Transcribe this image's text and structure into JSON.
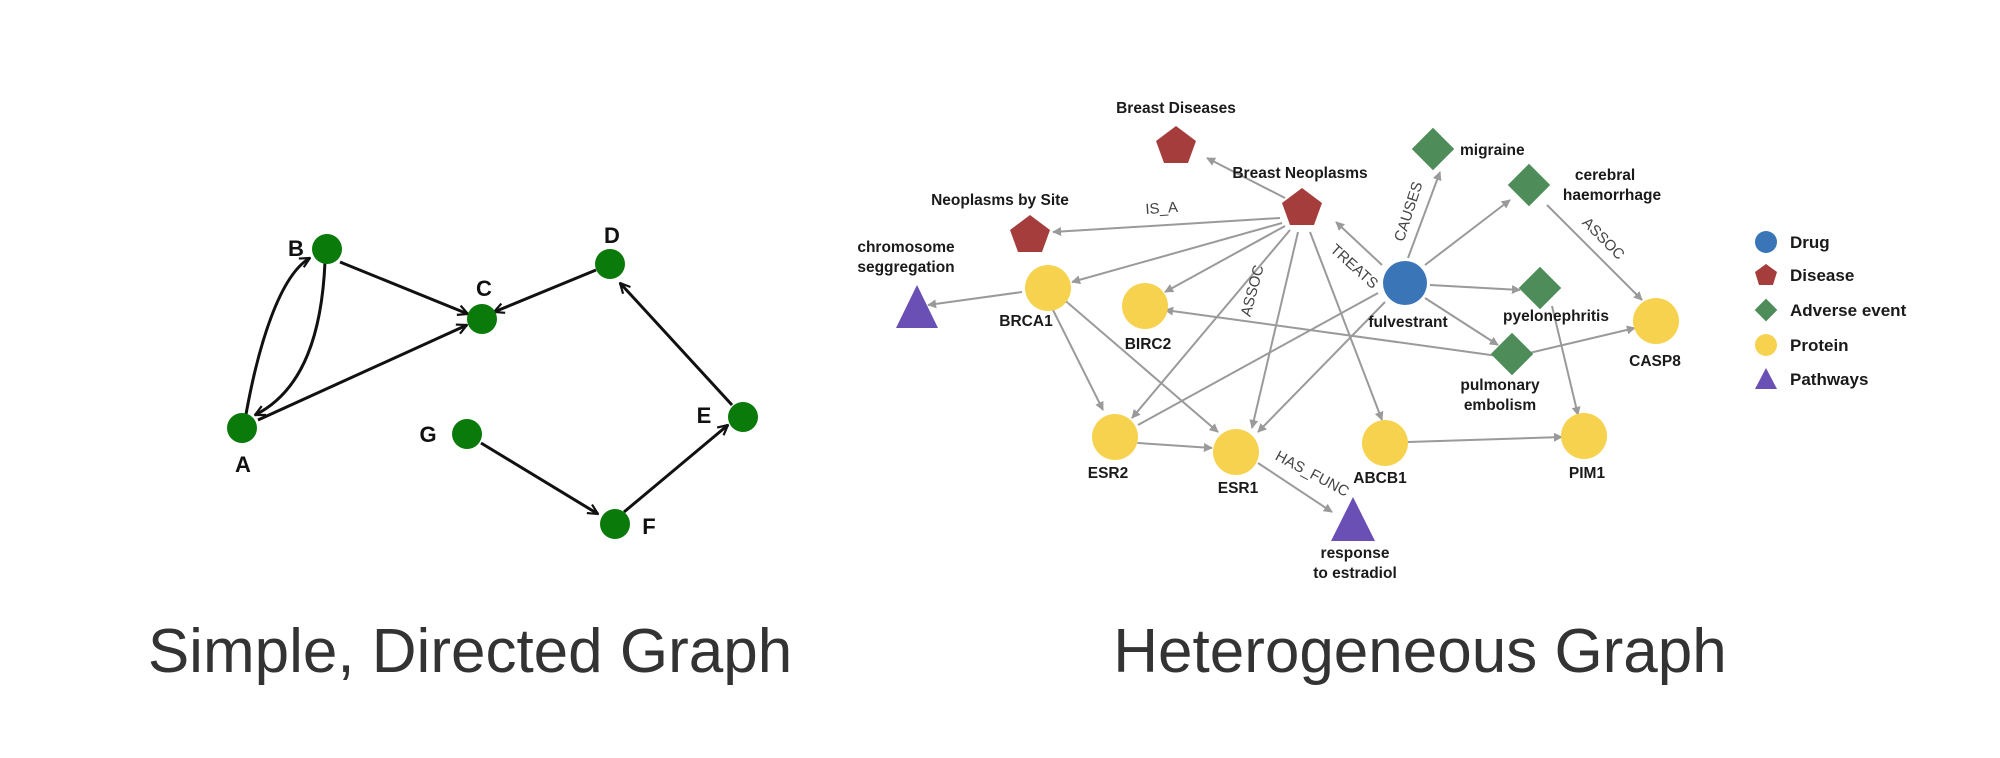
{
  "captions": {
    "left": "Simple, Directed Graph",
    "right": "Heterogeneous Graph"
  },
  "simple_graph": {
    "node_color": "#0a7a0a",
    "nodes": [
      "A",
      "B",
      "C",
      "D",
      "E",
      "F",
      "G"
    ],
    "edges": [
      [
        "A",
        "B"
      ],
      [
        "B",
        "A"
      ],
      [
        "B",
        "C"
      ],
      [
        "A",
        "C"
      ],
      [
        "D",
        "C"
      ],
      [
        "E",
        "D"
      ],
      [
        "F",
        "E"
      ],
      [
        "G",
        "F"
      ]
    ]
  },
  "hetero_graph": {
    "colors": {
      "Drug": "#3a75b8",
      "Disease": "#a63d3d",
      "Adverse event": "#4e8c5a",
      "Protein": "#f7d24f",
      "Pathways": "#6a4fb5",
      "edge": "#9a9a9a"
    },
    "legend": [
      "Drug",
      "Disease",
      "Adverse event",
      "Protein",
      "Pathways"
    ],
    "node_labels": {
      "breast_diseases": "Breast Diseases",
      "breast_neoplasms": "Breast Neoplasms",
      "neoplasms_site": "Neoplasms by Site",
      "chromosome_line1": "chromosome",
      "chromosome_line2": "seggregation",
      "migraine": "migraine",
      "cerebral_line1": "cerebral",
      "cerebral_line2": "haemorrhage",
      "fulvestrant": "fulvestrant",
      "pyelonephritis": "pyelonephritis",
      "pulmonary_line1": "pulmonary",
      "pulmonary_line2": "embolism",
      "brca1": "BRCA1",
      "birc2": "BIRC2",
      "casp8": "CASP8",
      "esr2": "ESR2",
      "esr1": "ESR1",
      "abcb1": "ABCB1",
      "pim1": "PIM1",
      "response_line1": "response",
      "response_line2": "to estradiol"
    },
    "edge_labels": {
      "is_a": "IS_A",
      "causes": "CAUSES",
      "treats": "TREATS",
      "assoc_left": "ASSOC",
      "assoc_right": "ASSOC",
      "has_func": "HAS_FUNC"
    }
  }
}
